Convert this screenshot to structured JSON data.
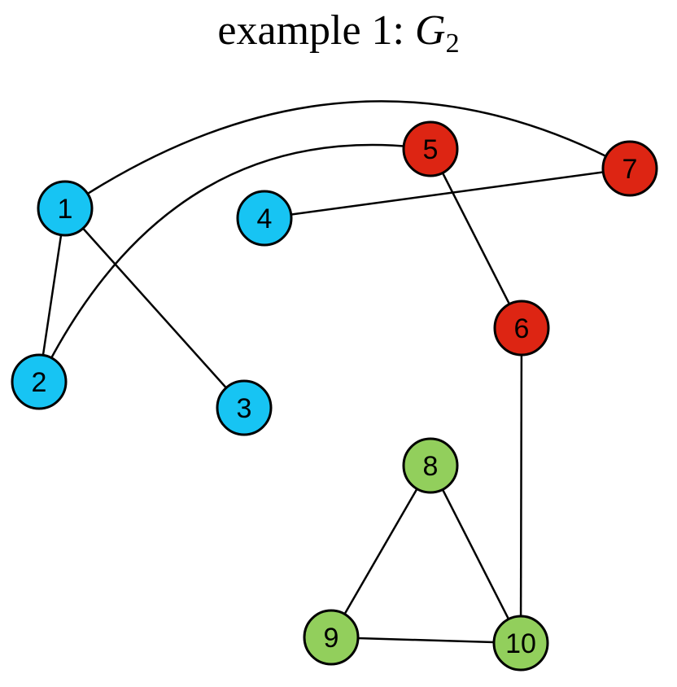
{
  "title": {
    "prefix": "example 1: ",
    "symbol": "G",
    "subscript": "2"
  },
  "colors": {
    "blue": "#17c4f3",
    "red": "#dd2513",
    "green": "#92cf5c",
    "edge": "#000000"
  },
  "nodes": [
    {
      "id": "1",
      "group": "blue"
    },
    {
      "id": "2",
      "group": "blue"
    },
    {
      "id": "3",
      "group": "blue"
    },
    {
      "id": "4",
      "group": "blue"
    },
    {
      "id": "5",
      "group": "red"
    },
    {
      "id": "6",
      "group": "red"
    },
    {
      "id": "7",
      "group": "red"
    },
    {
      "id": "8",
      "group": "green"
    },
    {
      "id": "9",
      "group": "green"
    },
    {
      "id": "10",
      "group": "green"
    }
  ],
  "edges": [
    {
      "from": "1",
      "to": "7"
    },
    {
      "from": "1",
      "to": "2"
    },
    {
      "from": "1",
      "to": "3"
    },
    {
      "from": "2",
      "to": "5"
    },
    {
      "from": "4",
      "to": "7"
    },
    {
      "from": "5",
      "to": "6"
    },
    {
      "from": "6",
      "to": "10"
    },
    {
      "from": "8",
      "to": "9"
    },
    {
      "from": "8",
      "to": "10"
    },
    {
      "from": "9",
      "to": "10"
    }
  ]
}
